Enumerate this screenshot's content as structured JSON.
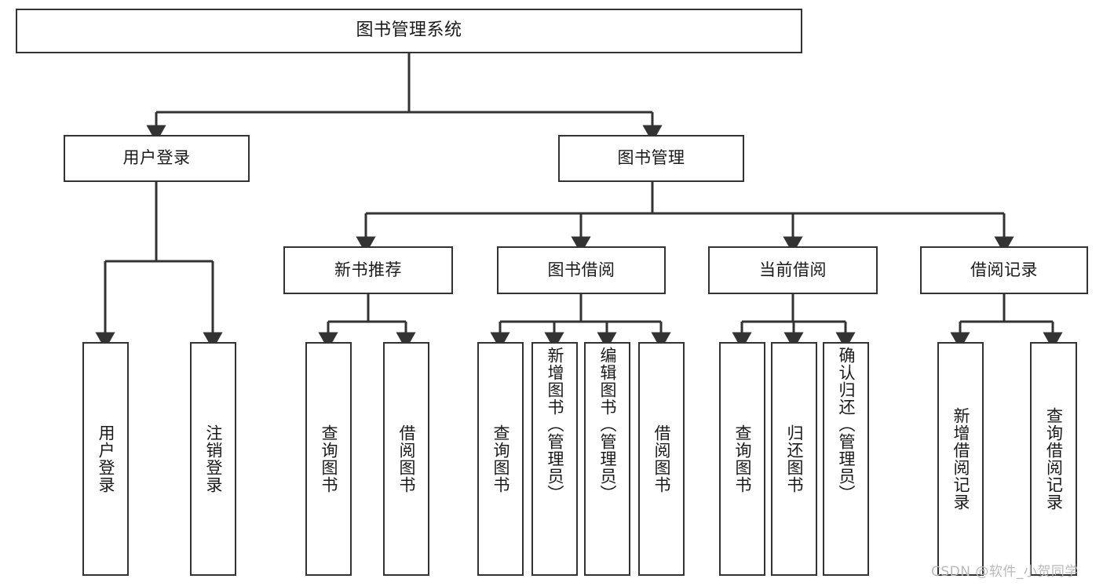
{
  "diagram": {
    "type": "tree-hierarchy",
    "title": "图书管理系统",
    "watermark": "CSDN @软件_小贺同学",
    "colors": {
      "stroke": "#333333",
      "fill": "#ffffff",
      "text": "#1a1a1a",
      "watermark": "#b9b9b9"
    },
    "root": {
      "label": "图书管理系统"
    },
    "level2": [
      {
        "label": "用户登录"
      },
      {
        "label": "图书管理"
      }
    ],
    "level3": [
      {
        "label": "新书推荐"
      },
      {
        "label": "图书借阅"
      },
      {
        "label": "当前借阅"
      },
      {
        "label": "借阅记录"
      }
    ],
    "leaves": {
      "user_login": [
        {
          "label": "用户登录"
        },
        {
          "label": "注销登录"
        }
      ],
      "new_book_recommend": [
        {
          "label": "查询图书"
        },
        {
          "label": "借阅图书"
        }
      ],
      "book_borrow": [
        {
          "label": "查询图书"
        },
        {
          "label": "新增图书（管理员）"
        },
        {
          "label": "编辑图书（管理员）"
        },
        {
          "label": "借阅图书"
        }
      ],
      "current_borrow": [
        {
          "label": "查询图书"
        },
        {
          "label": "归还图书"
        },
        {
          "label": "确认归还（管理员）"
        }
      ],
      "borrow_record": [
        {
          "label": "新增借阅记录"
        },
        {
          "label": "查询借阅记录"
        }
      ]
    }
  }
}
